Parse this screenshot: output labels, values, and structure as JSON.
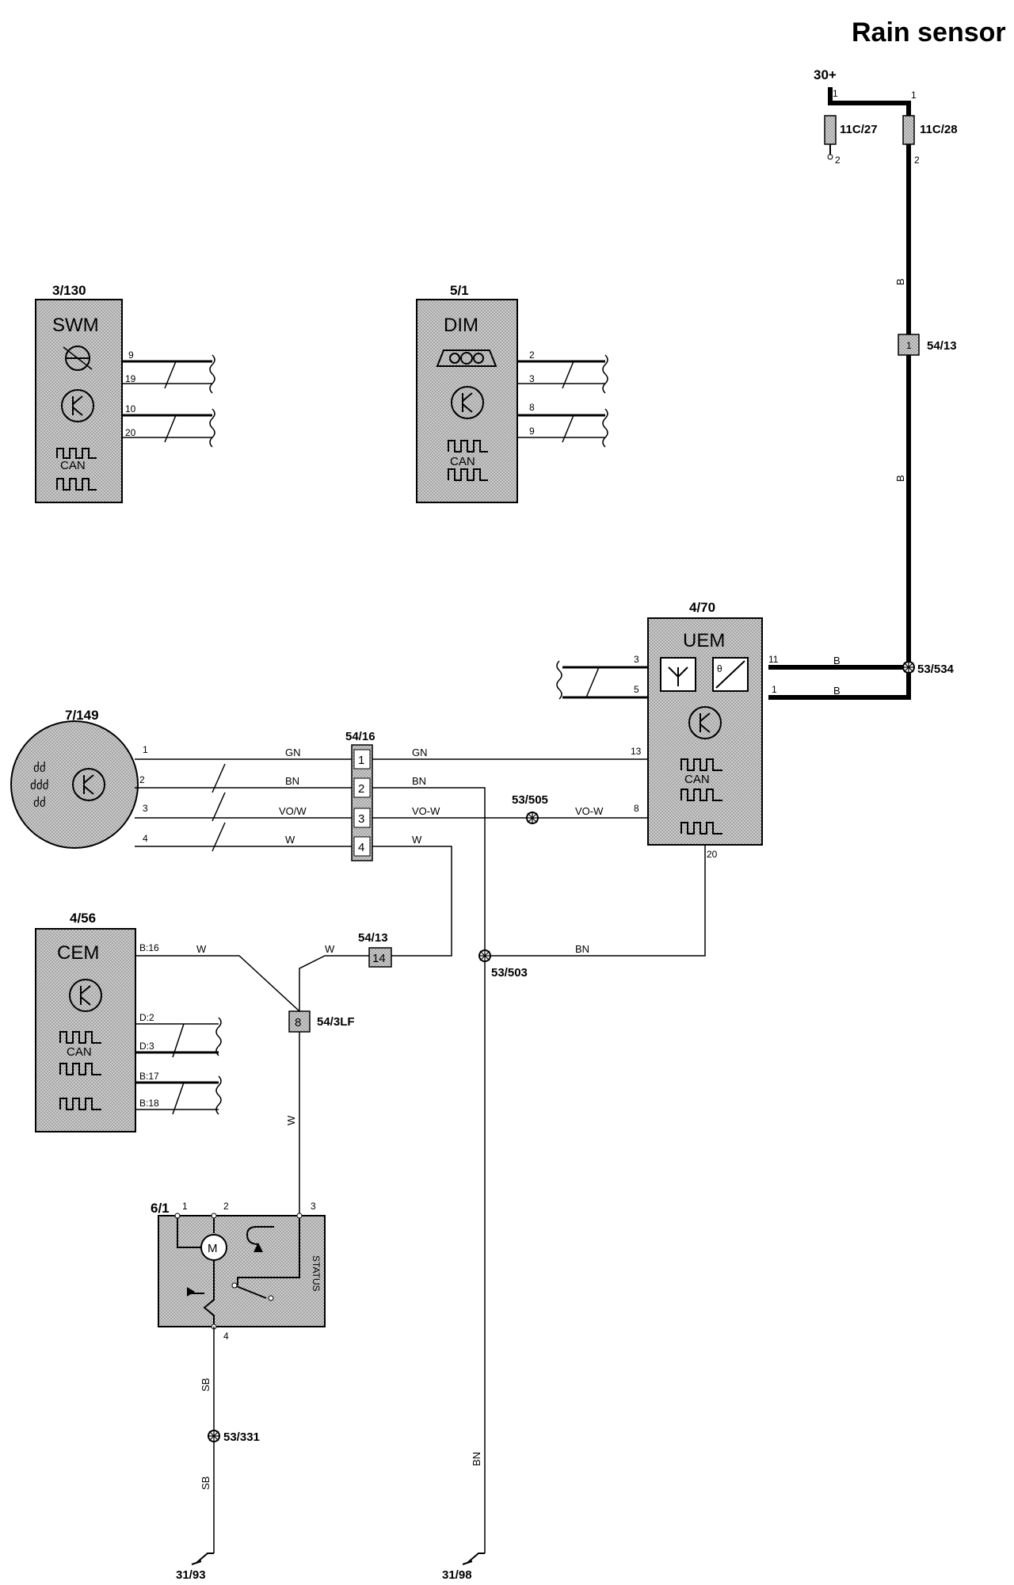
{
  "title": "Rain sensor",
  "components": {
    "swm": {
      "id": "3/130",
      "name": "SWM",
      "pins": [
        "9",
        "19",
        "10",
        "20"
      ],
      "can": "CAN"
    },
    "dim": {
      "id": "5/1",
      "name": "DIM",
      "pins": [
        "2",
        "3",
        "8",
        "9"
      ],
      "can": "CAN"
    },
    "uem": {
      "id": "4/70",
      "name": "UEM",
      "pins": [
        "3",
        "5",
        "11",
        "1",
        "13",
        "8",
        "20"
      ],
      "can": "CAN"
    },
    "rain": {
      "id": "7/149",
      "pins": [
        "1",
        "2",
        "3",
        "4"
      ]
    },
    "cem": {
      "id": "4/56",
      "name": "CEM",
      "pins": [
        "B:16",
        "D:2",
        "D:3",
        "B:17",
        "B:18"
      ],
      "can": "CAN"
    },
    "wiper": {
      "id": "6/1",
      "pins": [
        "1",
        "2",
        "3",
        "4"
      ],
      "status": "STATUS"
    }
  },
  "supply": "30+",
  "fuses": [
    {
      "id": "11C/27",
      "pin_top": "1",
      "pin_bottom": "2"
    },
    {
      "id": "11C/28",
      "pin_top": "1",
      "pin_bottom": "2"
    }
  ],
  "connectors": {
    "c5413_top": {
      "id": "54/13",
      "pin": "1"
    },
    "c5416": {
      "id": "54/16",
      "pins": [
        "1",
        "2",
        "3",
        "4"
      ]
    },
    "c5413_mid": {
      "id": "54/13",
      "pin": "14"
    },
    "c543lf": {
      "id": "54/3LF",
      "pin": "8"
    }
  },
  "splices": {
    "s534": "53/534",
    "s505": "53/505",
    "s503": "53/503",
    "s331": "53/331"
  },
  "grounds": {
    "g93": "31/93",
    "g98": "31/98"
  },
  "wire_colors": {
    "b_upper": "B",
    "b_lower": "B",
    "b_uem11": "B",
    "b_uem1": "B",
    "gn_left": "GN",
    "gn_right": "GN",
    "bn_left": "BN",
    "bn_right": "BN",
    "vow_left": "VO/W",
    "vow_mid": "VO-W",
    "vow_right": "VO-W",
    "w_left": "W",
    "w_right": "W",
    "w_cem": "W",
    "w_5413": "W",
    "w_vertical": "W",
    "bn_uem20": "BN",
    "sb_upper": "SB",
    "sb_lower": "SB",
    "bn_vertical": "BN"
  }
}
